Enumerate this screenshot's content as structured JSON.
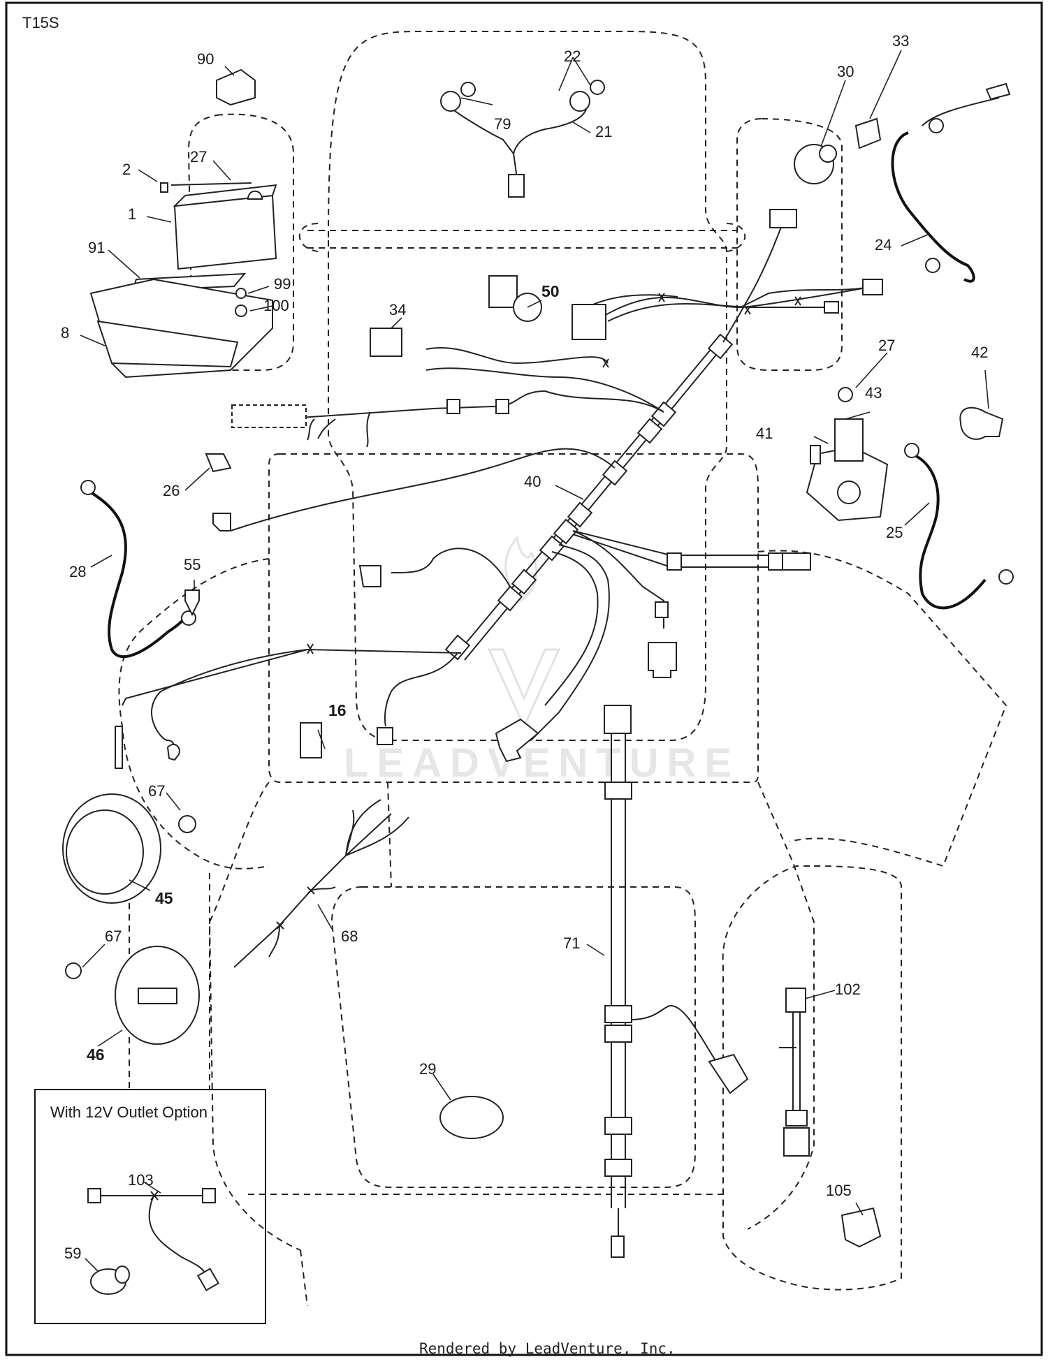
{
  "diagram": {
    "model_code": "T15S",
    "inset_title": "With 12V Outlet Option",
    "watermark": "LEADVENTURE",
    "footer": "Rendered by LeadVenture, Inc.",
    "part_labels": {
      "p1": "1",
      "p2": "2",
      "p8": "8",
      "p16": "16",
      "p21": "21",
      "p22": "22",
      "p24": "24",
      "p25": "25",
      "p26": "26",
      "p27a": "27",
      "p27b": "27",
      "p28": "28",
      "p29": "29",
      "p30": "30",
      "p33": "33",
      "p34": "34",
      "p40": "40",
      "p41": "41",
      "p42": "42",
      "p43": "43",
      "p45": "45",
      "p46": "46",
      "p50": "50",
      "p55": "55",
      "p59": "59",
      "p67a": "67",
      "p67b": "67",
      "p68": "68",
      "p71": "71",
      "p79": "79",
      "p90": "90",
      "p91": "91",
      "p99": "99",
      "p100": "100",
      "p102": "102",
      "p103": "103",
      "p105": "105"
    }
  }
}
